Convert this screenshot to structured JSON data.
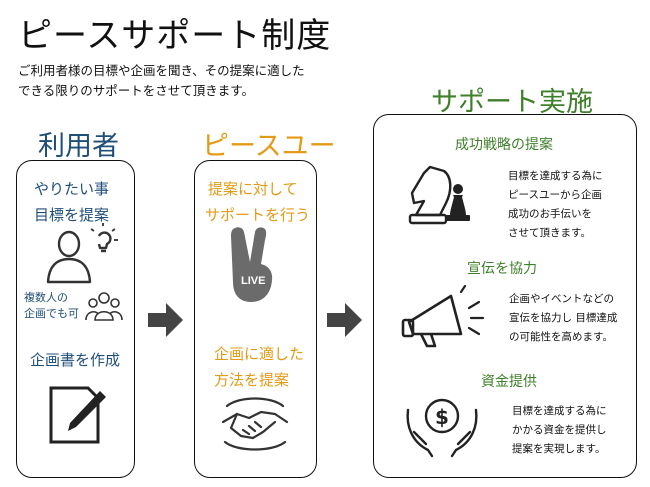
{
  "title": "ピースサポート制度",
  "intro": {
    "line1": "ご利用者様の目標や企画を聞き、その提案に適した",
    "line2": "できる限りのサポートをさせて頂きます。"
  },
  "user": {
    "heading": "利用者",
    "line1": "やりたい事",
    "line2": "目標を提案",
    "group_line1": "複数人の",
    "group_line2": "企画でも可",
    "plan": "企画書を作成"
  },
  "peace": {
    "heading": "ピースユー",
    "line1": "提案に対して",
    "line2": "サポートを行う",
    "badge": "LIVE",
    "method_line1": "企画に適した",
    "method_line2": "方法を提案"
  },
  "support": {
    "heading": "サポート実施",
    "items": [
      {
        "title": "成功戦略の提案",
        "lines": [
          "目標を達成する為に",
          "ピースユーから企画",
          "成功のお手伝いを",
          "させて頂きます。"
        ],
        "icon": "chess-knight-icon"
      },
      {
        "title": "宣伝を協力",
        "lines": [
          "企画やイベントなどの",
          "宣伝を協力し 目標達成",
          "の可能性を高めます。"
        ],
        "icon": "megaphone-icon"
      },
      {
        "title": "資金提供",
        "lines": [
          "目標を達成する為に",
          "かかる資金を提供し",
          "提案を実現します。"
        ],
        "icon": "money-hands-icon"
      }
    ]
  },
  "colors": {
    "blue": "#1f4e79",
    "orange": "#e39a16",
    "green": "#3f7f2a",
    "arrow": "#444444"
  }
}
